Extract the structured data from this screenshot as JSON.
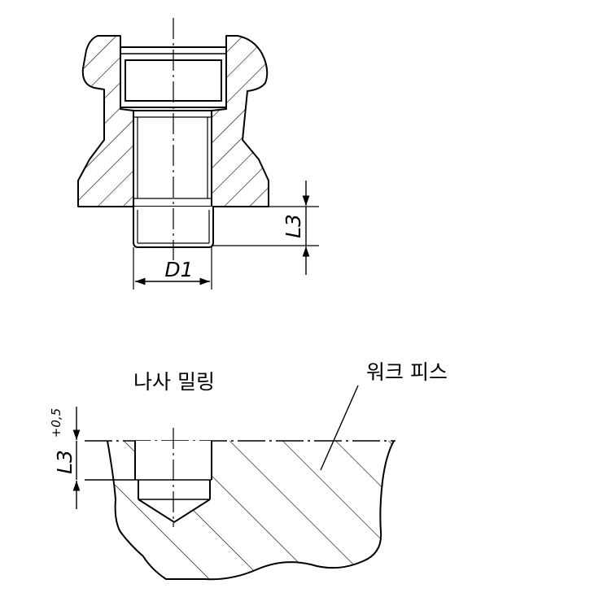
{
  "labels": {
    "d1": "D1",
    "l3_top": "L3",
    "l3_bottom": "L3",
    "tolerance": "+0,5",
    "thread_milling": "나사 밀링",
    "workpiece": "워크 피스"
  }
}
